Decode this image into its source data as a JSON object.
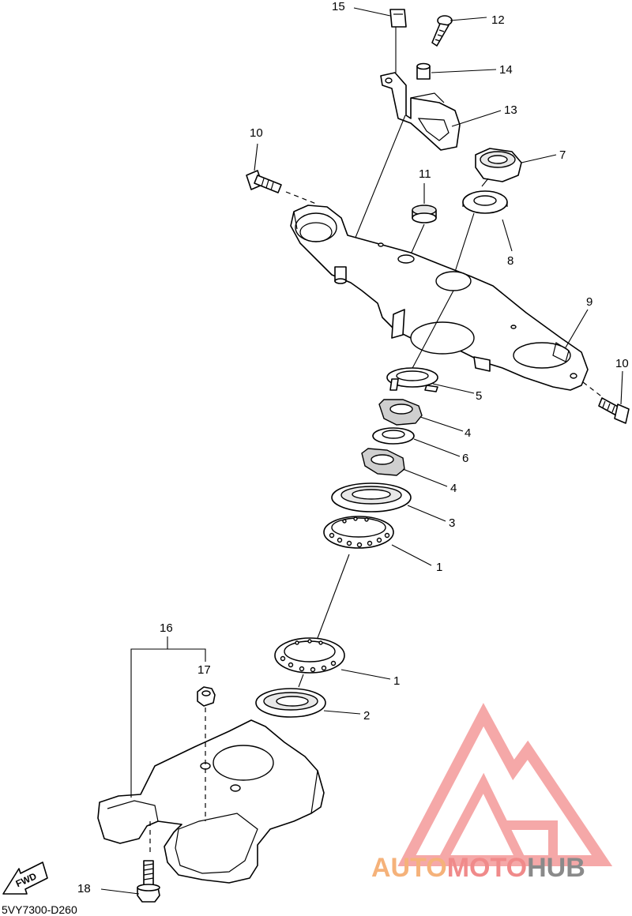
{
  "diagram": {
    "code": "5VY7300-D260",
    "fwd_label": "FWD",
    "callouts": [
      "15",
      "12",
      "14",
      "13",
      "10",
      "7",
      "11",
      "8",
      "9",
      "10",
      "5",
      "4",
      "6",
      "4",
      "3",
      "1",
      "16",
      "17",
      "1",
      "2",
      "18"
    ]
  },
  "watermark": {
    "part1": "AUTO",
    "part2": "MOTO",
    "part3": "HUB",
    "colors": {
      "auto": "#f5b27a",
      "moto": "#f08a8a",
      "hub": "#8a8a8a",
      "logo": "#f28b8b"
    }
  }
}
